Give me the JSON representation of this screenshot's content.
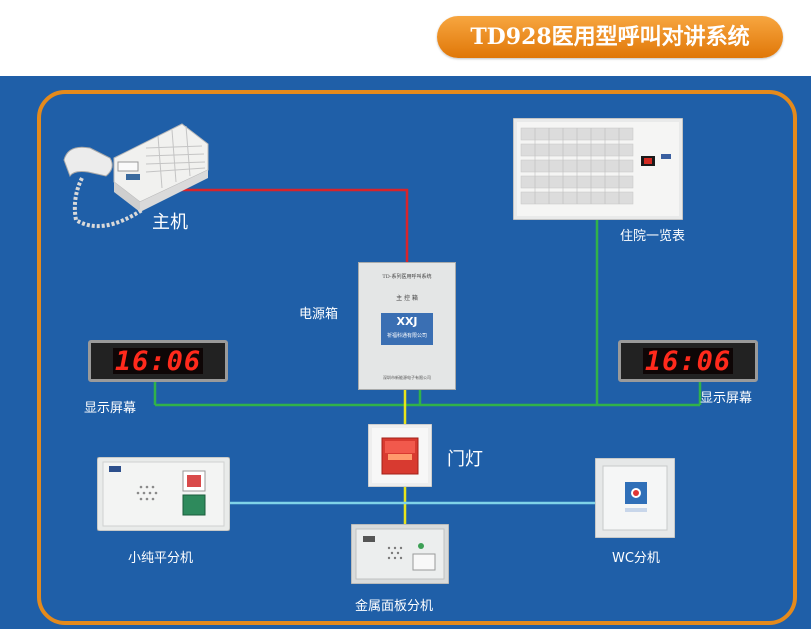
{
  "title": "TD928医用型呼叫对讲系统",
  "colors": {
    "background": "#1f5fa8",
    "frame": "#e48a1c",
    "title_bg": "#f39a2a",
    "wire_red": "#d8242b",
    "wire_green": "#31b24a",
    "wire_yellow": "#e8e41c",
    "wire_cyan": "#7fd3e8"
  },
  "nodes": {
    "host": {
      "label": "主机",
      "icon": "desk-phone-console-icon"
    },
    "board": {
      "label": "住院一览表",
      "icon": "ward-overview-board-icon"
    },
    "power_box": {
      "label": "电源箱",
      "top_text": "TD-系列医用呼叫系统",
      "sub_text": "主 控 箱",
      "logo_text": "XXJ",
      "badge_text": "祈福科通有限公司",
      "bottom_text": "深圳市新能源电子有限公司"
    },
    "display_left": {
      "label": "显示屏幕",
      "time": "16:06"
    },
    "display_right": {
      "label": "显示屏幕",
      "time": "16:06"
    },
    "door_light": {
      "label": "门灯",
      "icon": "door-lamp-icon"
    },
    "bed_unit": {
      "label": "小纯平分机",
      "icon": "bedside-unit-icon"
    },
    "wc_unit": {
      "label": "WC分机",
      "icon": "wc-call-button-icon"
    },
    "metal_unit": {
      "label": "金属面板分机",
      "icon": "metal-panel-unit-icon"
    }
  }
}
